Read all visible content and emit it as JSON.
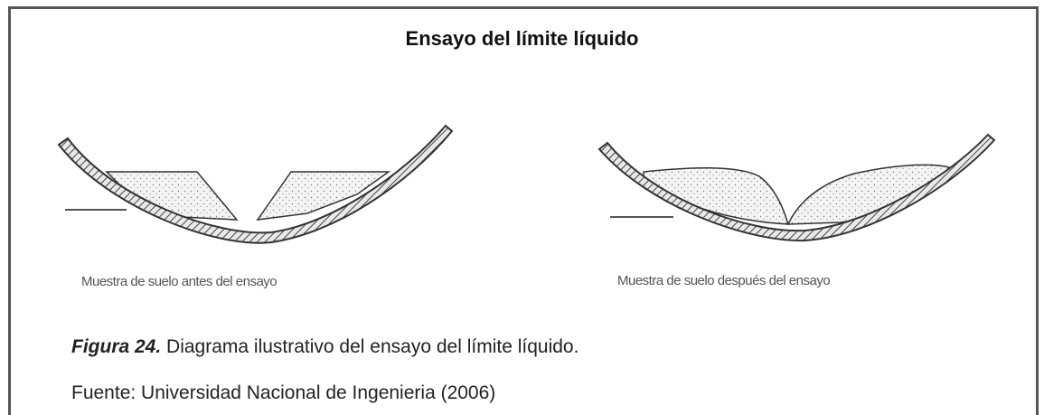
{
  "figure": {
    "title": "Ensayo del límite líquido",
    "panels": [
      {
        "label": "Muestra de suelo antes del ensayo"
      },
      {
        "label": "Muestra de suelo después del ensayo"
      }
    ],
    "caption_number": "Figura 24.",
    "caption_text": " Diagrama ilustrativo del ensayo del límite líquido.",
    "source": "Fuente: Universidad Nacional de Ingenieria (2006)"
  },
  "colors": {
    "border": "#555555",
    "line": "#333333",
    "soil_fill": "#f4f4f4"
  }
}
